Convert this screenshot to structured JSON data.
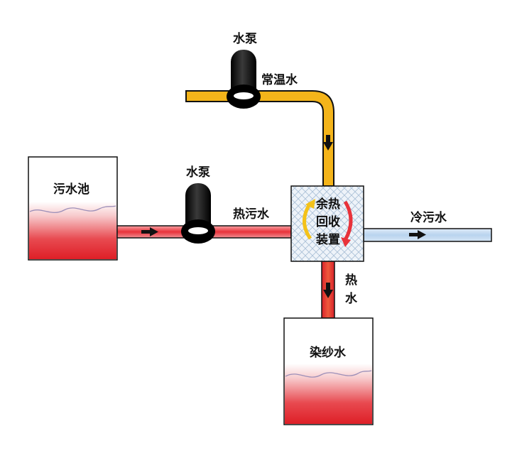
{
  "labels": {
    "pump_top": "水泵",
    "pump_mid": "水泵",
    "normal_water": "常温水",
    "sewage_pool": "污水池",
    "hot_sewage": "热污水",
    "device_line1": "余热",
    "device_line2": "回收",
    "device_line3": "装置",
    "cold_sewage": "冷污水",
    "hot_water_1": "热",
    "hot_water_2": "水",
    "dye_water": "染纱水"
  },
  "colors": {
    "normal_water_pipe": "#f4b41a",
    "hot_pipe": "#e8323a",
    "cold_pipe": "#b9d4ef",
    "pump": "#111111",
    "tank_liquid": "#e0262e"
  }
}
